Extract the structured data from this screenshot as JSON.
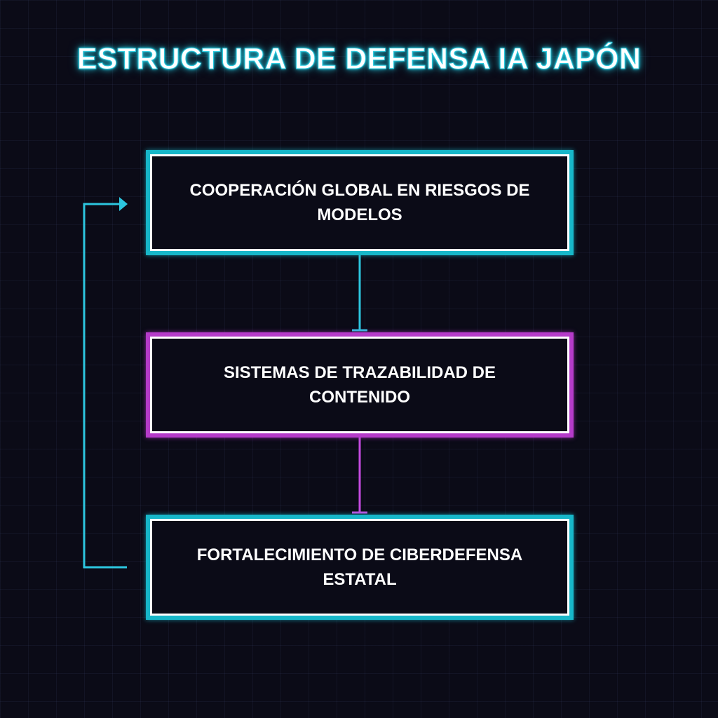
{
  "diagram": {
    "title": "ESTRUCTURA DE DEFENSA IA JAPÓN",
    "nodes": [
      {
        "id": "node-1",
        "label": "COOPERACIÓN GLOBAL EN RIESGOS DE MODELOS",
        "accent": "#17b7c9"
      },
      {
        "id": "node-2",
        "label": "SISTEMAS DE TRAZABILIDAD DE CONTENIDO",
        "accent": "#b53bc9"
      },
      {
        "id": "node-3",
        "label": "FORTALECIMIENTO DE CIBERDEFENSA ESTATAL",
        "accent": "#17b7c9"
      }
    ],
    "edges": [
      {
        "from": "node-1",
        "to": "node-2",
        "color": "#2cc6df"
      },
      {
        "from": "node-2",
        "to": "node-3",
        "color": "#c44ae0"
      },
      {
        "from": "node-3",
        "to": "node-1",
        "color": "#2cc6df",
        "style": "loop-back"
      }
    ]
  }
}
